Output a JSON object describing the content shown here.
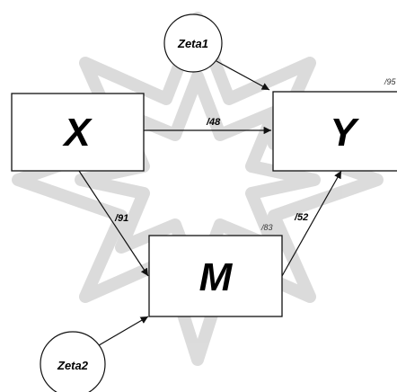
{
  "diagram": {
    "nodes": {
      "x": {
        "label": "X"
      },
      "y": {
        "label": "Y",
        "r2": "/95"
      },
      "m": {
        "label": "M",
        "r2": "/83"
      },
      "zeta1": {
        "label": "Zeta1"
      },
      "zeta2": {
        "label": "Zeta2"
      }
    },
    "paths": {
      "x_to_y": "/48",
      "x_to_m": "/91",
      "m_to_y": "/52"
    }
  }
}
